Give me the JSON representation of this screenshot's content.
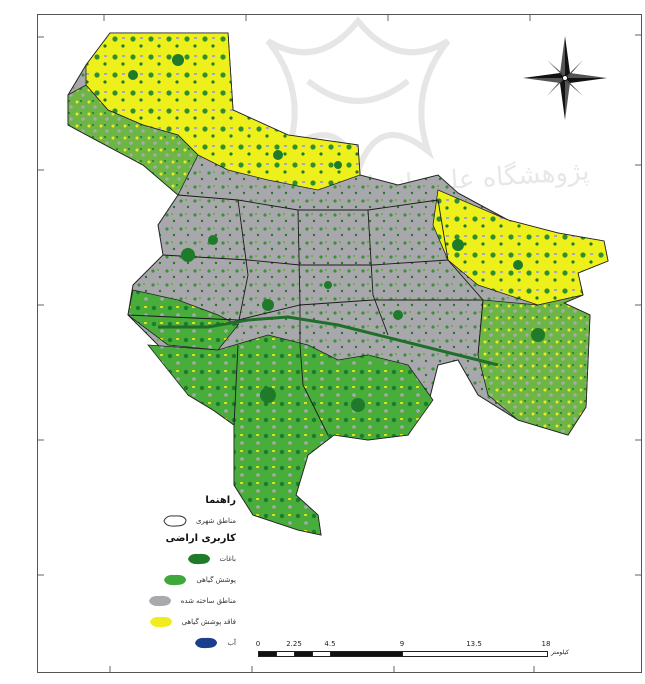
{
  "map": {
    "legend_title": "راهنما",
    "urban_districts_label": "مناطق شهری",
    "land_use_title": "کاربری اراضی",
    "classes": [
      {
        "label": "باغات",
        "color": "#1f7a2a"
      },
      {
        "label": "پوشش گیاهی",
        "color": "#3fa83a"
      },
      {
        "label": "مناطق ساخته شده",
        "color": "#a9a9ad"
      },
      {
        "label": "فاقد پوشش گیاهی",
        "color": "#f0ec1e"
      },
      {
        "label": "آب",
        "color": "#1c3e8f"
      }
    ],
    "scale": {
      "ticks": [
        "0",
        "2.25",
        "4.5",
        "9",
        "13.5",
        "18"
      ],
      "unit": "کیلومتر"
    },
    "watermark_text": "پژوهشگاه علوم انسانی"
  }
}
